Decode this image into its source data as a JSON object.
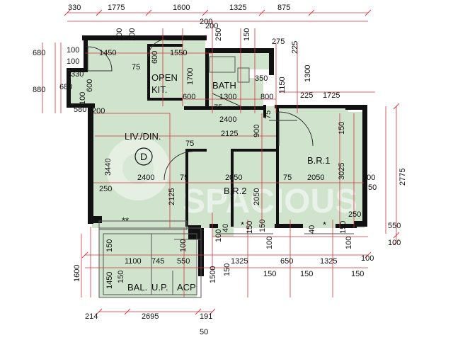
{
  "rooms": {
    "living": "LIV./DIN.",
    "unit": "D",
    "kitchen_1": "OPEN",
    "kitchen_2": "KIT.",
    "bath": "BATH",
    "br1": "B.R.1",
    "br2": "B.R.2",
    "bal": "BAL.",
    "up": "U.P.",
    "acp": "ACP",
    "mark_double": "**",
    "mark_single_a": "*",
    "mark_single_b": "*"
  },
  "watermark": {
    "line1": "SPACIOUS"
  },
  "dims": {
    "top": [
      "330",
      "1775",
      "1600",
      "1325",
      "875"
    ],
    "top2": [
      "200",
      "250",
      "150",
      "100",
      "100",
      "275",
      "225"
    ],
    "left": [
      "680",
      "880",
      "580",
      "100",
      "100",
      "330",
      "680",
      "600",
      "100",
      "200"
    ],
    "kitchen": [
      "1450",
      "1550",
      "600",
      "75",
      "1700",
      "600"
    ],
    "bath": [
      "1300",
      "800",
      "350",
      "1150",
      "1300",
      "225",
      "1725",
      "75",
      "200",
      "75"
    ],
    "center": [
      "2400",
      "900",
      "2125",
      "75",
      "3440",
      "2400",
      "75",
      "2050",
      "2050",
      "75",
      "2125",
      "2050",
      "3025",
      "250",
      "150"
    ],
    "right": [
      "2775",
      "200",
      "50",
      "250",
      "550",
      "100"
    ],
    "bottom_row": [
      "150",
      "1100",
      "745",
      "550",
      "100",
      "1325",
      "650",
      "1325",
      "100"
    ],
    "bottom_row2": [
      "1600",
      "1500",
      "150",
      "150",
      "150",
      "150",
      "1450",
      "150",
      "100",
      "40",
      "150",
      "150",
      "100",
      "40",
      "150",
      "100"
    ],
    "bottom": [
      "214",
      "2695",
      "191",
      "50"
    ]
  },
  "colors": {
    "floor": "#cfe3cd",
    "wall": "#111111",
    "dimline": "#d6333a",
    "neutral": "#9a9a9a"
  }
}
